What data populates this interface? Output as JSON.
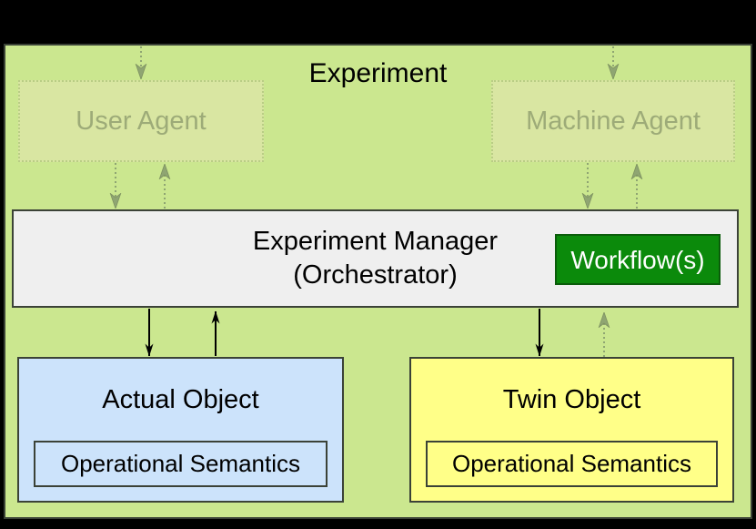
{
  "diagram": {
    "title": "Experiment",
    "agents": [
      {
        "id": "user-agent",
        "label": "User Agent"
      },
      {
        "id": "machine-agent",
        "label": "Machine Agent"
      }
    ],
    "manager": {
      "line1": "Experiment Manager",
      "line2": "(Orchestrator)",
      "workflow_label": "Workflow(s)"
    },
    "objects": [
      {
        "id": "actual-object",
        "label": "Actual Object",
        "inner_label": "Operational Semantics"
      },
      {
        "id": "twin-object",
        "label": "Twin Object",
        "inner_label": "Operational Semantics"
      }
    ],
    "edges": [
      {
        "from": "experiment",
        "to": "user-agent",
        "style": "dotted"
      },
      {
        "from": "user-agent",
        "to": "experiment-manager",
        "style": "dotted"
      },
      {
        "from": "experiment-manager",
        "to": "user-agent",
        "style": "dotted"
      },
      {
        "from": "experiment",
        "to": "machine-agent",
        "style": "dotted"
      },
      {
        "from": "machine-agent",
        "to": "experiment-manager",
        "style": "dotted"
      },
      {
        "from": "experiment-manager",
        "to": "machine-agent",
        "style": "dotted"
      },
      {
        "from": "experiment-manager",
        "to": "actual-object",
        "style": "solid"
      },
      {
        "from": "actual-object",
        "to": "experiment-manager",
        "style": "solid"
      },
      {
        "from": "experiment-manager",
        "to": "twin-object",
        "style": "solid"
      },
      {
        "from": "twin-object",
        "to": "experiment-manager",
        "style": "dotted"
      }
    ],
    "colors": {
      "background": "#cbe78f",
      "frame_border": "#3b4237",
      "agent_fill": "#d9e6a2",
      "agent_border": "#b9cd85",
      "agent_text": "#9dab78",
      "manager_fill": "#efefef",
      "workflow_fill": "#0b8a0b",
      "workflow_border": "#0a5c0a",
      "workflow_text": "#ffffff",
      "actual_fill": "#cce3fb",
      "twin_fill": "#ffff88",
      "solid_arrow": "#000000",
      "dotted_arrow": "#8fa572"
    }
  }
}
